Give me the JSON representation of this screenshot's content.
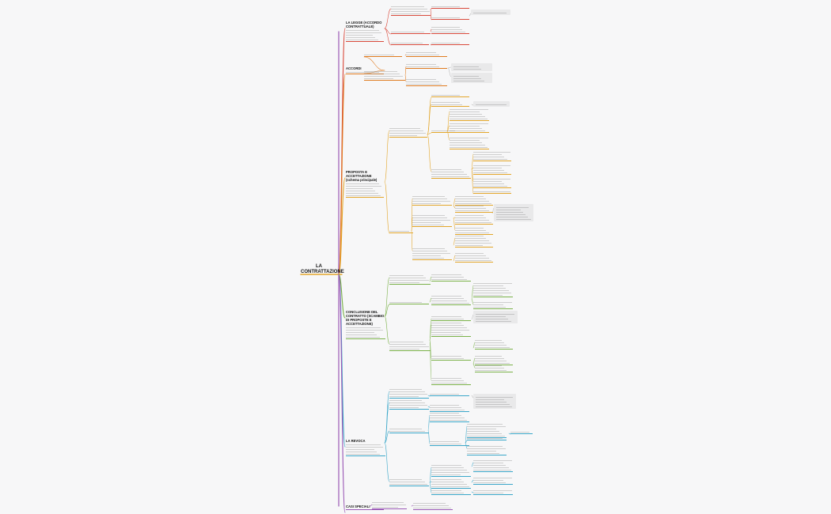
{
  "root": {
    "title": "LA CONTRATTAZIONE"
  },
  "colors": {
    "branch_1": "#d94a3c",
    "branch_2": "#e07b1f",
    "branch_3": "#e3a62a",
    "branch_4": "#7bb24a",
    "branch_5": "#3aa7c9",
    "trunk": "#9b59b6",
    "root_line": "#e3a62a"
  },
  "branches": [
    {
      "id": "b1",
      "label": "LA LEGGE (ACCORDO CONTRATTUALE)",
      "color_key": "branch_1"
    },
    {
      "id": "b2",
      "label": "ACCORDI",
      "color_key": "branch_2"
    },
    {
      "id": "b3",
      "label": "PROPOSTA E ACCETTAZIONE (schema principale)",
      "color_key": "branch_3"
    },
    {
      "id": "b4",
      "label": "CONCLUSIONE DEL CONTRATTO (SCAMBIO DI PROPOSTE E ACCETTAZIONE)",
      "color_key": "branch_4"
    },
    {
      "id": "b5",
      "label": "LA REVOCA",
      "color_key": "branch_5"
    },
    {
      "id": "b6",
      "label": "CASI SPECIALI",
      "color_key": "trunk"
    }
  ]
}
